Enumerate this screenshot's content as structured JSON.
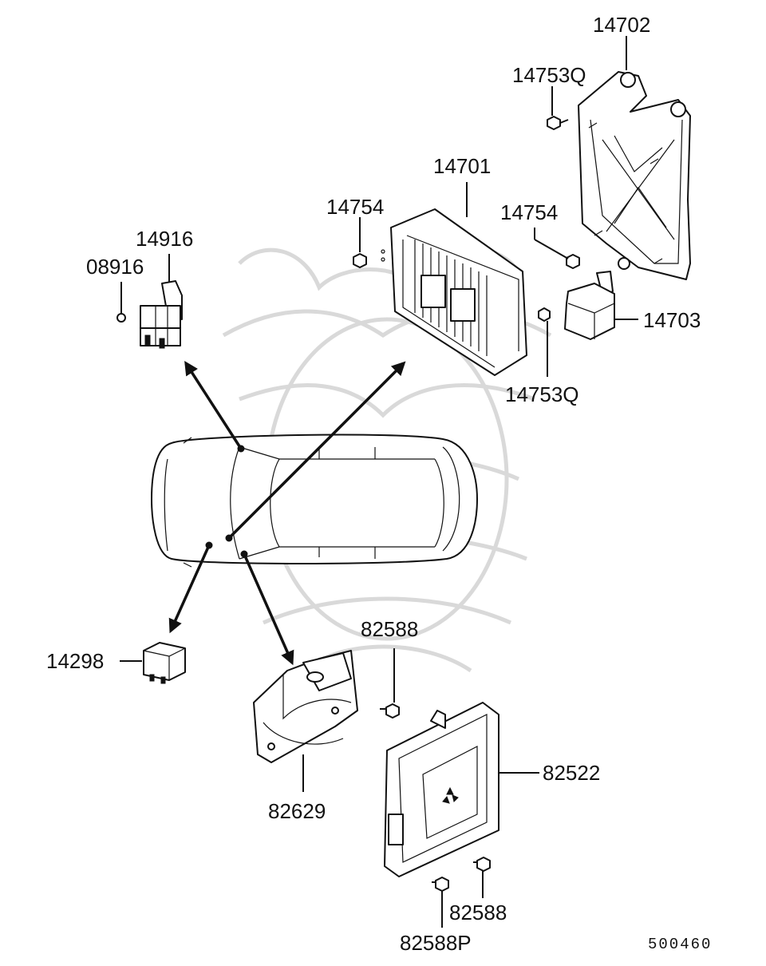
{
  "diagram": {
    "figure_code": "500460",
    "labels": {
      "p14702": "14702",
      "p14753q_top": "14753Q",
      "p14701": "14701",
      "p14754_left": "14754",
      "p14754_right": "14754",
      "p14916": "14916",
      "p08916": "08916",
      "p14703": "14703",
      "p14753q_bottom": "14753Q",
      "p82588_top": "82588",
      "p14298": "14298",
      "p82522": "82522",
      "p82629": "82629",
      "p82588_bottom": "82588",
      "p82588p": "82588P"
    }
  }
}
